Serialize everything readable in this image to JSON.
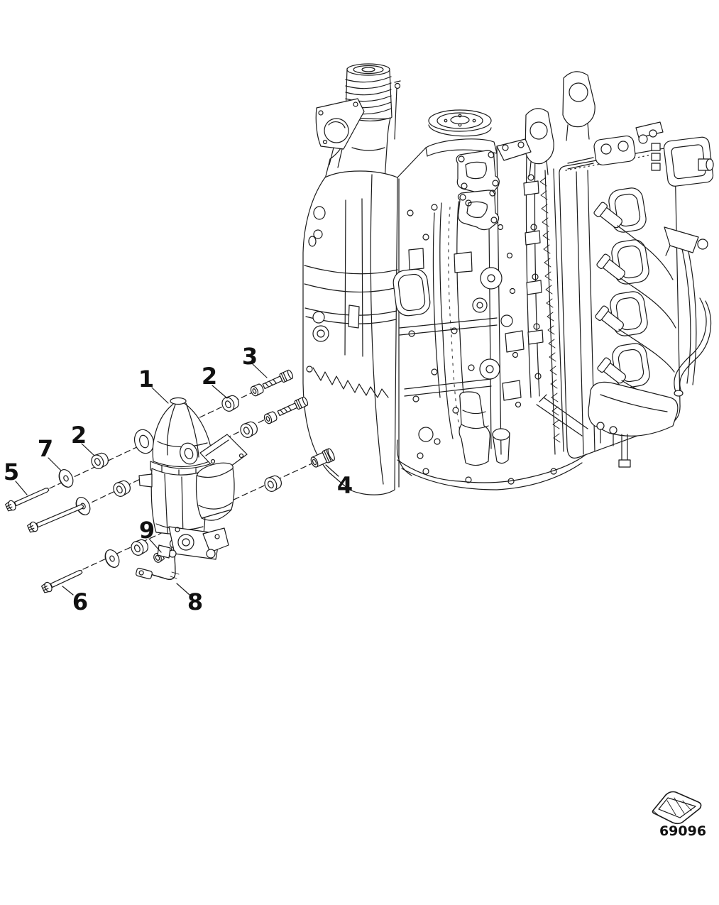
{
  "figure": {
    "number": "69096",
    "icon": "boat-hull-icon"
  },
  "colors": {
    "line": "#1b1b1b",
    "background": "#ffffff",
    "label": "#111111"
  },
  "callouts": [
    {
      "label": "1",
      "target": "starter-motor-assembly"
    },
    {
      "label": "2",
      "target": "rubber-grommet-upper"
    },
    {
      "label": "3",
      "target": "mounting-bolt-upper-right"
    },
    {
      "label": "2",
      "target": "rubber-grommet-left"
    },
    {
      "label": "7",
      "target": "flat-washer"
    },
    {
      "label": "5",
      "target": "long-mounting-bolt-upper"
    },
    {
      "label": "4",
      "target": "spacer-bolt-right"
    },
    {
      "label": "9",
      "target": "ground-screw"
    },
    {
      "label": "6",
      "target": "long-mounting-bolt-lower"
    },
    {
      "label": "8",
      "target": "starter-cable"
    }
  ]
}
